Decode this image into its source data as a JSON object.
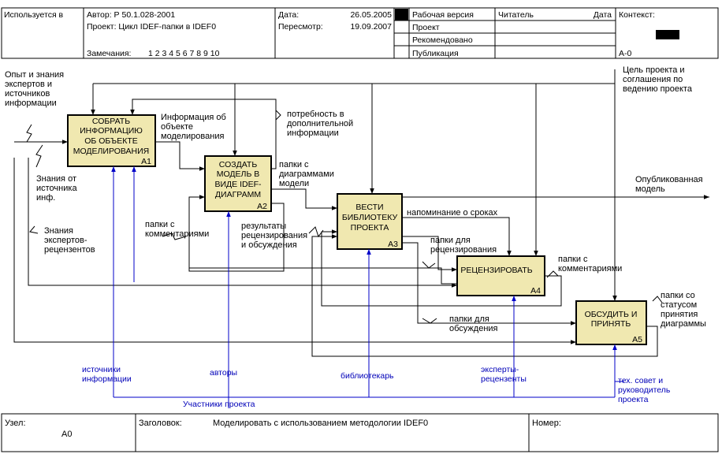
{
  "header": {
    "used_in": "Используется в",
    "author": "Автор:  Р 50.1.028-2001",
    "project": "Проект:  Цикл IDEF-папки в IDEF0",
    "notes_label": "Замечания:",
    "notes_numbers": "1  2  3  4  5  6  7  8  9  10",
    "date_label": "Дата:",
    "date_value": "26.05.2005",
    "revision_label": "Пересмотр:",
    "revision_value": "19.09.2007",
    "status": [
      "Рабочая версия",
      "Проект",
      "Рекомендовано",
      "Публикация"
    ],
    "reader": "Читатель",
    "reader_date": "Дата",
    "context": "Контекст:",
    "context_node": "А-0"
  },
  "boxes": [
    {
      "lines": [
        "СОБРАТЬ",
        "ИНФОРМАЦИЮ",
        "ОБ ОБЪЕКТЕ",
        "МОДЕЛИРОВАНИЯ"
      ],
      "num": "А1"
    },
    {
      "lines": [
        "СОЗДАТЬ",
        "МОДЕЛЬ  В",
        "ВИДЕ IDEF-",
        "ДИАГРАММ"
      ],
      "num": "А2"
    },
    {
      "lines": [
        "ВЕСТИ",
        "БИБЛИОТЕКУ",
        "ПРОЕКТА"
      ],
      "num": "А3"
    },
    {
      "lines": [
        "РЕЦЕНЗИРОВАТЬ"
      ],
      "num": "А4"
    },
    {
      "lines": [
        "ОБСУДИТЬ И",
        "ПРИНЯТЬ"
      ],
      "num": "А5"
    }
  ],
  "labels": {
    "experts_input": [
      "Опыт и знания",
      "экспертов и",
      "источников",
      "информации"
    ],
    "goal": [
      "Цель проекта и",
      "соглашения по",
      "ведению проекта"
    ],
    "info_about_object": [
      "Информация об",
      "объекте",
      "моделирования"
    ],
    "need_info": [
      "потребность в",
      "дополнительной",
      "информации"
    ],
    "knowledge_sources": [
      "Знания от",
      "источника",
      "инф."
    ],
    "knowledge_reviewers": [
      "Знания",
      "экспертов-",
      "рецензентов"
    ],
    "folders_diagrams": [
      "папки с",
      "диаграммами",
      "модели"
    ],
    "published_model": [
      "Опубликованная",
      "модель"
    ],
    "folders_comments_1": [
      "папки с",
      "комментариями"
    ],
    "review_results": [
      "результаты",
      "рецензирования",
      "и обсуждения"
    ],
    "reminder": "напоминание о сроках",
    "folders_review": [
      "папки для",
      "рецензирования"
    ],
    "folders_comments_2": [
      "папки с",
      "комментариями"
    ],
    "folders_discussion": [
      "папки для",
      "обсуждения"
    ],
    "folders_status": [
      "папки со",
      "статусом",
      "принятия",
      "диаграммы"
    ]
  },
  "mechanisms": {
    "info_sources": [
      "источники",
      "информации"
    ],
    "authors": "авторы",
    "librarian": "библиотекарь",
    "expert_reviewers": [
      "эксперты-",
      "рецензенты"
    ],
    "tech_council": [
      "тех. совет и",
      "руководитель",
      "проекта"
    ],
    "participants": "Участники проекта"
  },
  "footer": {
    "node_label": "Узел:",
    "node_value": "А0",
    "title_label": "Заголовок:",
    "title_value": "Моделировать с использованием методологии IDEF0",
    "number_label": "Номер:"
  },
  "colors": {
    "box_fill": "#f0e8b0",
    "mechanism_arrow": "#0000c8",
    "status_marker": "#000000"
  }
}
